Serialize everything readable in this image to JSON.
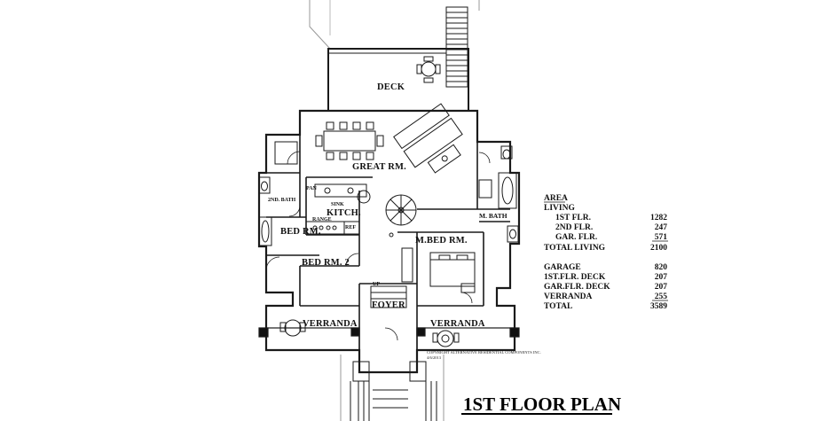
{
  "title": "1ST FLOOR PLAN",
  "copyright": "COPYRIGHT ALTERNATIVE RESIDENTIAL COMPONENTS INC.",
  "copyright_date": "4/6/2013",
  "rooms": {
    "deck": "DECK",
    "great_room": "GREAT RM.",
    "second_bath": "2ND. BATH",
    "kitchen": "KITCH.",
    "sink": "SINK",
    "pan": "PAN",
    "range": "RANGE",
    "ref": "REF",
    "bed_rm_1": "BED RM.",
    "master_bed": "M.BED RM.",
    "master_bath": "M. BATH",
    "bed_rm_2": "BED RM. 2",
    "foyer": "FOYER",
    "up": "UP",
    "verranda_left": "VERRANDA",
    "verranda_right": "VERRANDA"
  },
  "area_table": {
    "heading": "AREA",
    "living_label": "LIVING",
    "first_flr_label": "1ST FLR.",
    "first_flr_value": "1282",
    "second_flr_label": "2ND FLR.",
    "second_flr_value": "247",
    "gar_flr_label": "GAR. FLR.",
    "gar_flr_value": "571",
    "total_living_label": "TOTAL LIVING",
    "total_living_value": "2100",
    "garage_label": "GARAGE",
    "garage_value": "820",
    "first_deck_label": "1ST.FLR. DECK",
    "first_deck_value": "207",
    "gar_deck_label": "GAR.FLR. DECK",
    "gar_deck_value": "207",
    "verranda_label": "VERRANDA",
    "verranda_value": "255",
    "total_label": "TOTAL",
    "total_value": "3589"
  }
}
